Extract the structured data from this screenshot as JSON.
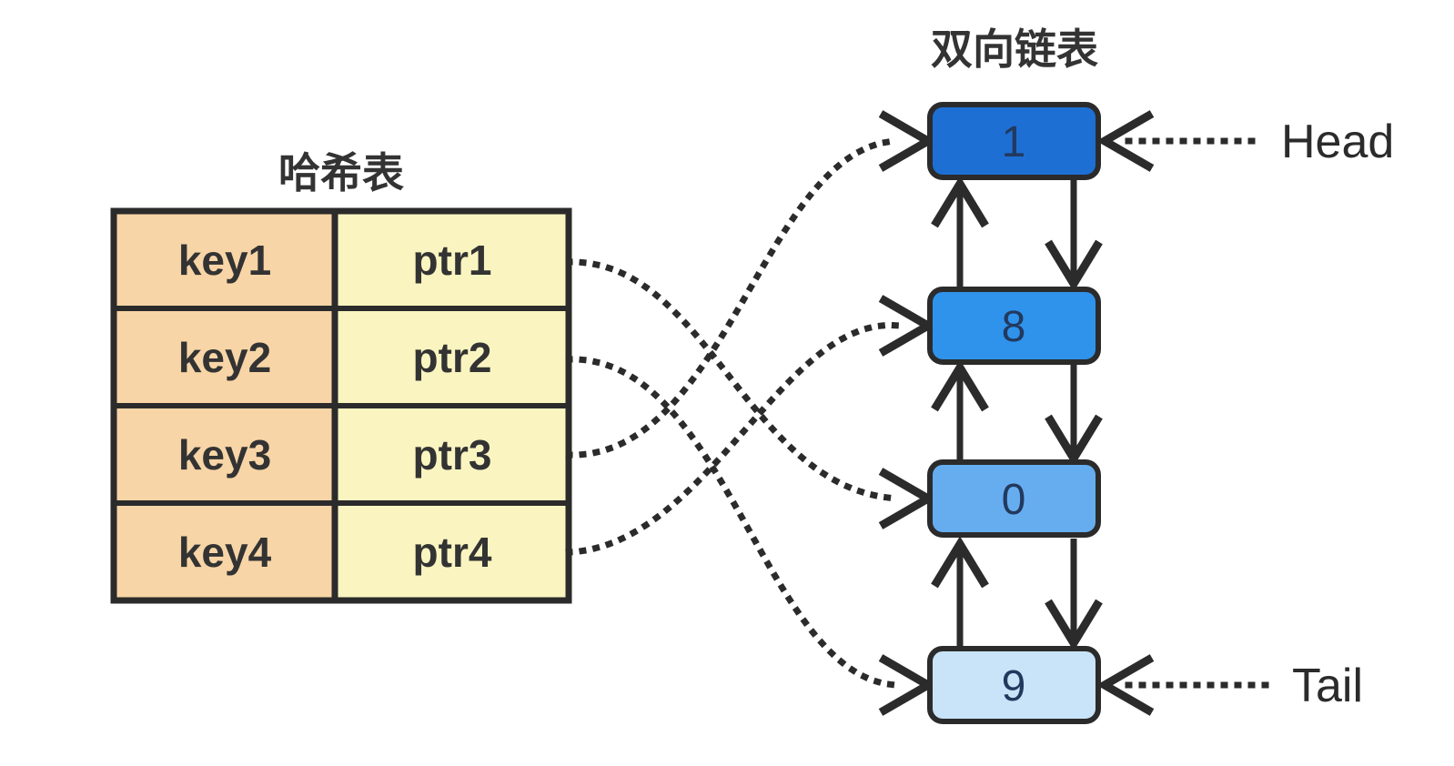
{
  "palette": {
    "background": "#ffffff",
    "line": "#2b2b2b",
    "table_text": "#333333",
    "node_text": "#22395e",
    "key_cell": "#f8d5a6",
    "ptr_cell": "#faf5c0"
  },
  "hash_table": {
    "title": "哈希表",
    "rows": [
      {
        "key": "key1",
        "ptr": "ptr1"
      },
      {
        "key": "key2",
        "ptr": "ptr2"
      },
      {
        "key": "key3",
        "ptr": "ptr3"
      },
      {
        "key": "key4",
        "ptr": "ptr4"
      }
    ]
  },
  "linked_list": {
    "title": "双向链表",
    "nodes": [
      {
        "value": "1",
        "color": "#1e6fd4"
      },
      {
        "value": "8",
        "color": "#2f93ec"
      },
      {
        "value": "0",
        "color": "#66adf0"
      },
      {
        "value": "9",
        "color": "#c9e3f8"
      }
    ],
    "head_label": "Head",
    "tail_label": "Tail"
  },
  "connections": [
    {
      "from": "ptr1",
      "to_node": "0",
      "style": "dotted-arrow"
    },
    {
      "from": "ptr2",
      "to_node": "9",
      "style": "dotted-arrow"
    },
    {
      "from": "ptr3",
      "to_node": "1",
      "style": "dotted-arrow"
    },
    {
      "from": "ptr4",
      "to_node": "8",
      "style": "dotted-arrow"
    },
    {
      "from": "Head",
      "to_node": "1",
      "style": "dotted-arrow"
    },
    {
      "from": "Tail",
      "to_node": "9",
      "style": "dotted-arrow"
    }
  ],
  "list_links": [
    {
      "between": [
        "1",
        "8"
      ],
      "arrows": [
        "up",
        "down"
      ]
    },
    {
      "between": [
        "8",
        "0"
      ],
      "arrows": [
        "up",
        "down"
      ]
    },
    {
      "between": [
        "0",
        "9"
      ],
      "arrows": [
        "up",
        "down"
      ]
    }
  ]
}
